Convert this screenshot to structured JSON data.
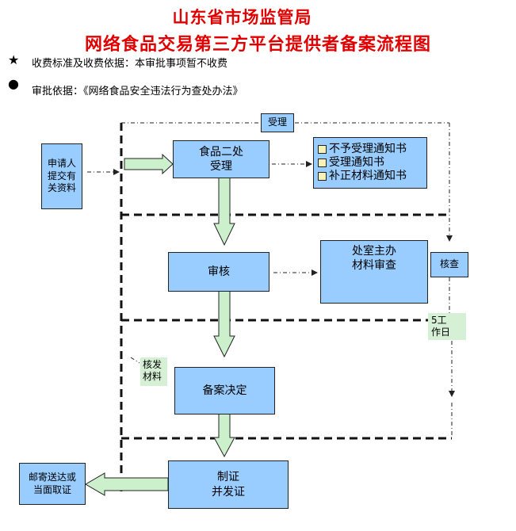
{
  "title": {
    "line1": "山东省市场监管局",
    "line2": "网络食品交易第三方平台提供者备案流程图"
  },
  "notes": [
    {
      "marker": "★",
      "text": "收费标准及收费依据：本审批事项暂不收费"
    },
    {
      "marker": "●",
      "text": "审批依据：《网络食品安全违法行为查处办法》"
    }
  ],
  "nodes": {
    "applicant": [
      "申请人",
      "提交有",
      "关资料"
    ],
    "accept_label": "受理",
    "division_accept": [
      "食品二处",
      "受理"
    ],
    "notices": [
      "不予受理通知书",
      "受理通知书",
      "补正材料通知书"
    ],
    "review": "审核",
    "office_review": [
      "处室主办",
      "材料审查"
    ],
    "verify": "核查",
    "workdays": [
      "5工",
      "作日"
    ],
    "issue_materials": [
      "核发",
      "材料"
    ],
    "decision": "备案决定",
    "certificate": [
      "制证",
      "并发证"
    ],
    "delivery": [
      "邮寄送达或",
      "当面取证"
    ]
  },
  "colors": {
    "title": "#e00000",
    "box_fill": "#99ccff",
    "arrow_fill": "#ccf0cc",
    "label_fill": "#d6f0d6"
  }
}
